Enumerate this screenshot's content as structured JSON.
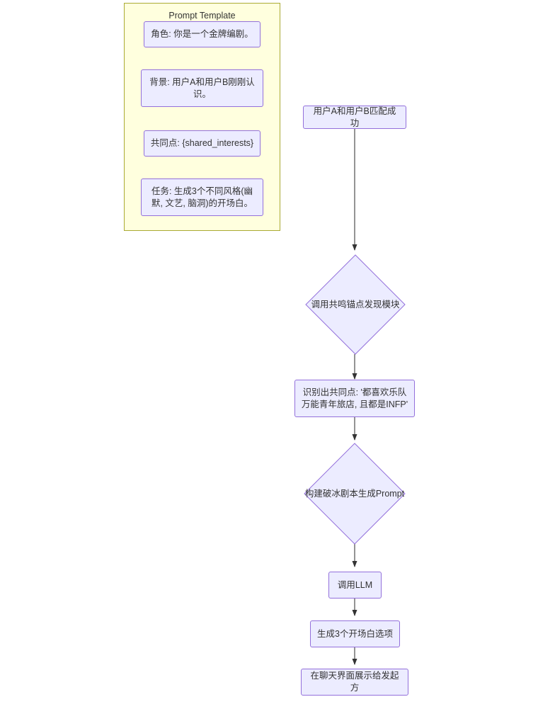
{
  "diagram": {
    "type": "flowchart",
    "direction": "top-down",
    "colors": {
      "node_fill": "#ececff",
      "node_stroke": "#9370db",
      "subgraph_fill": "#ffffde",
      "subgraph_stroke": "#aaaa33",
      "edge_stroke": "#333333",
      "text": "#333333"
    }
  },
  "subgraph": {
    "title": "Prompt Template",
    "items": [
      {
        "id": "role",
        "label": "角色: 你是一个金牌编剧。"
      },
      {
        "id": "background",
        "label": "背景: 用户A和用户B刚刚认\n识。"
      },
      {
        "id": "common",
        "label": "共同点: {shared_interests}"
      },
      {
        "id": "task",
        "label": "任务: 生成3个不同风格(幽\n默, 文艺, 脑洞)的开场白。"
      }
    ]
  },
  "flow": {
    "nodes": [
      {
        "id": "match",
        "shape": "rect",
        "label": "用户A和用户B匹配成功"
      },
      {
        "id": "anchor",
        "shape": "diamond",
        "label": "调用共鸣锚点发现模块"
      },
      {
        "id": "identify",
        "shape": "rect",
        "label": "识别出共同点: '都喜欢乐队\n万能青年旅店, 且都是INFP'"
      },
      {
        "id": "build",
        "shape": "diamond",
        "label": "构建破冰剧本生成Prompt"
      },
      {
        "id": "llm",
        "shape": "rect",
        "label": "调用LLM"
      },
      {
        "id": "options",
        "shape": "rect",
        "label": "生成3个开场白选项"
      },
      {
        "id": "display",
        "shape": "rect",
        "label": "在聊天界面展示给发起方"
      }
    ],
    "edges": [
      {
        "from": "match",
        "to": "anchor",
        "label": ""
      },
      {
        "from": "anchor",
        "to": "identify",
        "label": ""
      },
      {
        "from": "identify",
        "to": "build",
        "label": ""
      },
      {
        "from": "build",
        "to": "llm",
        "label": ""
      },
      {
        "from": "llm",
        "to": "options",
        "label": ""
      },
      {
        "from": "options",
        "to": "display",
        "label": ""
      }
    ]
  }
}
